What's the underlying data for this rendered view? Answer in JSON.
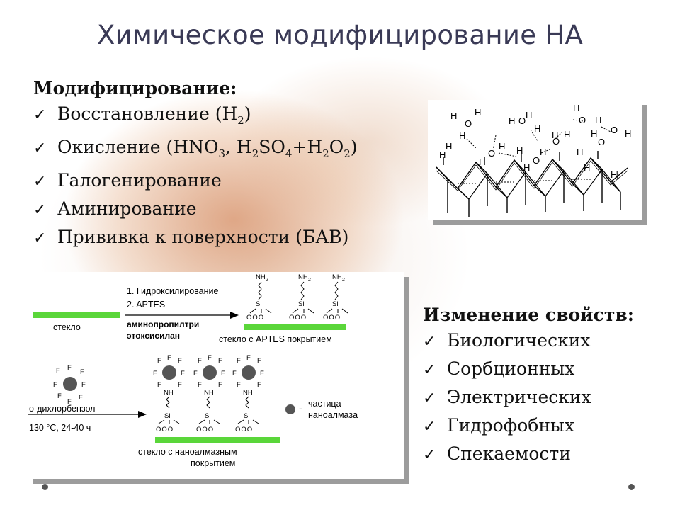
{
  "title": "Химическое модифицирование НА",
  "left_block": {
    "heading": "Модифицирование:",
    "items": [
      {
        "pre": "Восстановление (H",
        "s1": "2",
        "post": ")"
      },
      {
        "pre": "Окисление (HNO",
        "s1": "3",
        "mid1": ", H",
        "s2": "2",
        "mid2": "SO",
        "s3": "4",
        "mid3": "+H",
        "s4": "2",
        "mid4": "O",
        "s5": "2",
        "post": ")"
      },
      {
        "pre": "Галогенирование"
      },
      {
        "pre": "Аминирование"
      },
      {
        "pre": "Прививка к поверхности (БАВ)"
      }
    ]
  },
  "right_block": {
    "heading": "Изменение свойств:",
    "items": [
      "Биологических",
      "Сорбционных",
      "Электрических",
      "Гидрофобных",
      "Спекаемости"
    ]
  },
  "check_icon": "✓",
  "molecule": {
    "atom_h": "H",
    "atom_o": "O"
  },
  "scheme": {
    "step1": "1. Гидроксилирование",
    "step2": "2. APTES",
    "glass": "стекло",
    "reagent_line1": "аминопропилтри",
    "reagent_line2": "этоксисилан",
    "glass_aptes": "стекло с APTES покрытием",
    "nh2": "NH",
    "nh2_sub": "2",
    "si": "Si",
    "nh": "NH",
    "f": "F",
    "ooo": "OOO",
    "solvent": "о-дихлорбензол",
    "conditions": "130 °С, 24-40 ч",
    "legend_dash": "-",
    "legend_line1": "частица",
    "legend_line2": "наноалмаза",
    "glass_nano_line1": "стекло с наноалмазным",
    "glass_nano_line2": "покрытием",
    "glass_color": "#5ad63a"
  }
}
